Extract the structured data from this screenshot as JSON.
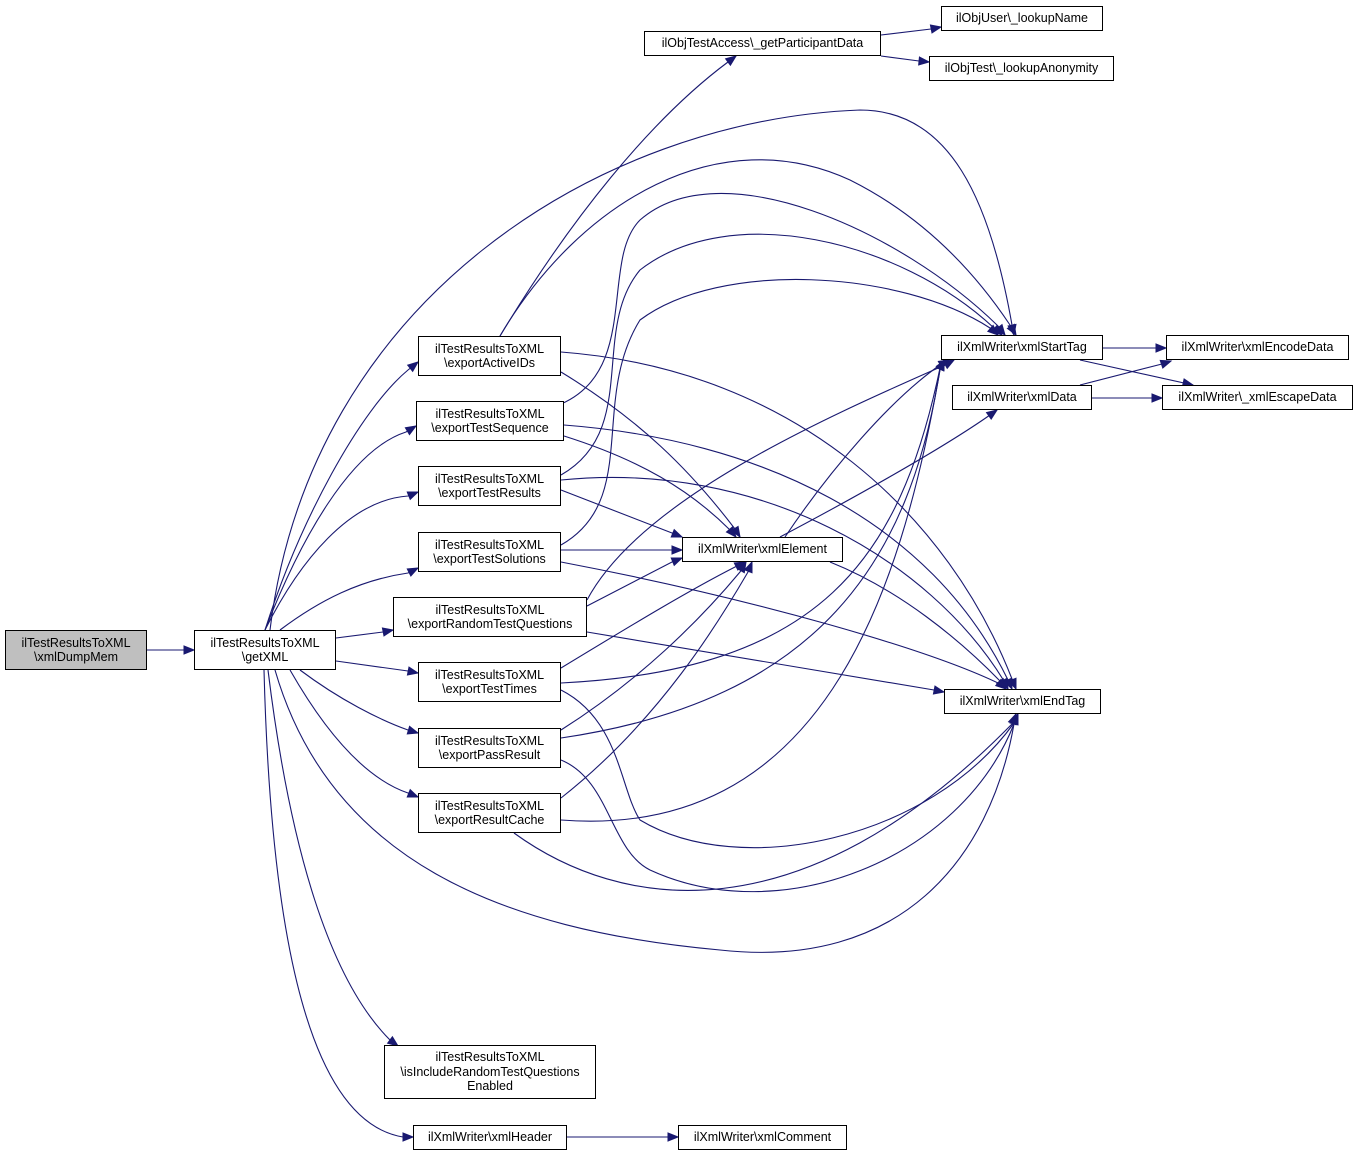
{
  "colors": {
    "edge": "#191970",
    "root_fill": "#bfbfbf",
    "node_fill": "#ffffff",
    "border": "#000000"
  },
  "nodes": {
    "root": [
      "ilTestResultsToXML",
      "\\xmlDumpMem"
    ],
    "getXML": [
      "ilTestResultsToXML",
      "\\getXML"
    ],
    "exportActiveIDs": [
      "ilTestResultsToXML",
      "\\exportActiveIDs"
    ],
    "exportTestSequence": [
      "ilTestResultsToXML",
      "\\exportTestSequence"
    ],
    "exportTestResults": [
      "ilTestResultsToXML",
      "\\exportTestResults"
    ],
    "exportTestSolutions": [
      "ilTestResultsToXML",
      "\\exportTestSolutions"
    ],
    "exportRandomTestQuestions": [
      "ilTestResultsToXML",
      "\\exportRandomTestQuestions"
    ],
    "exportTestTimes": [
      "ilTestResultsToXML",
      "\\exportTestTimes"
    ],
    "exportPassResult": [
      "ilTestResultsToXML",
      "\\exportPassResult"
    ],
    "exportResultCache": [
      "ilTestResultsToXML",
      "\\exportResultCache"
    ],
    "isIncludeRandom": [
      "ilTestResultsToXML",
      "\\isIncludeRandomTestQuestions",
      "Enabled"
    ],
    "xmlHeader": [
      "ilXmlWriter\\xmlHeader"
    ],
    "xmlComment": [
      "ilXmlWriter\\xmlComment"
    ],
    "getParticipantData": [
      "ilObjTestAccess\\_getParticipantData"
    ],
    "lookupName": [
      "ilObjUser\\_lookupName"
    ],
    "lookupAnonymity": [
      "ilObjTest\\_lookupAnonymity"
    ],
    "xmlElement": [
      "ilXmlWriter\\xmlElement"
    ],
    "xmlStartTag": [
      "ilXmlWriter\\xmlStartTag"
    ],
    "xmlData": [
      "ilXmlWriter\\xmlData"
    ],
    "xmlEndTag": [
      "ilXmlWriter\\xmlEndTag"
    ],
    "xmlEncodeData": [
      "ilXmlWriter\\xmlEncodeData"
    ],
    "xmlEscapeData": [
      "ilXmlWriter\\_xmlEscapeData"
    ]
  }
}
